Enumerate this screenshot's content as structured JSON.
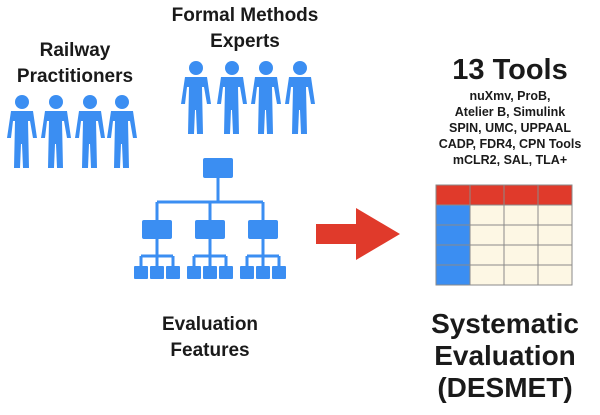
{
  "railway": {
    "title_line1": "Railway",
    "title_line2": "Practitioners"
  },
  "formal_methods": {
    "title_line1": "Formal Methods",
    "title_line2": "Experts"
  },
  "evaluation_features": {
    "title_line1": "Evaluation",
    "title_line2": "Features"
  },
  "tools": {
    "title": "13 Tools",
    "lines": [
      "nuXmv, ProB,",
      "Atelier B, Simulink",
      "SPIN, UMC, UPPAAL",
      "CADP, FDR4, CPN Tools",
      "mCLR2, SAL, TLA+"
    ]
  },
  "systematic": {
    "line1": "Systematic",
    "line2": "Evaluation",
    "line3": "(DESMET)"
  },
  "icons": {
    "person": "person-icon",
    "hierarchy": "hierarchy-icon",
    "arrow": "right-arrow-icon",
    "table": "table-icon"
  },
  "colors": {
    "blue": "#3b8ef2",
    "red": "#e03a2b",
    "cream": "#fdf7e4"
  }
}
